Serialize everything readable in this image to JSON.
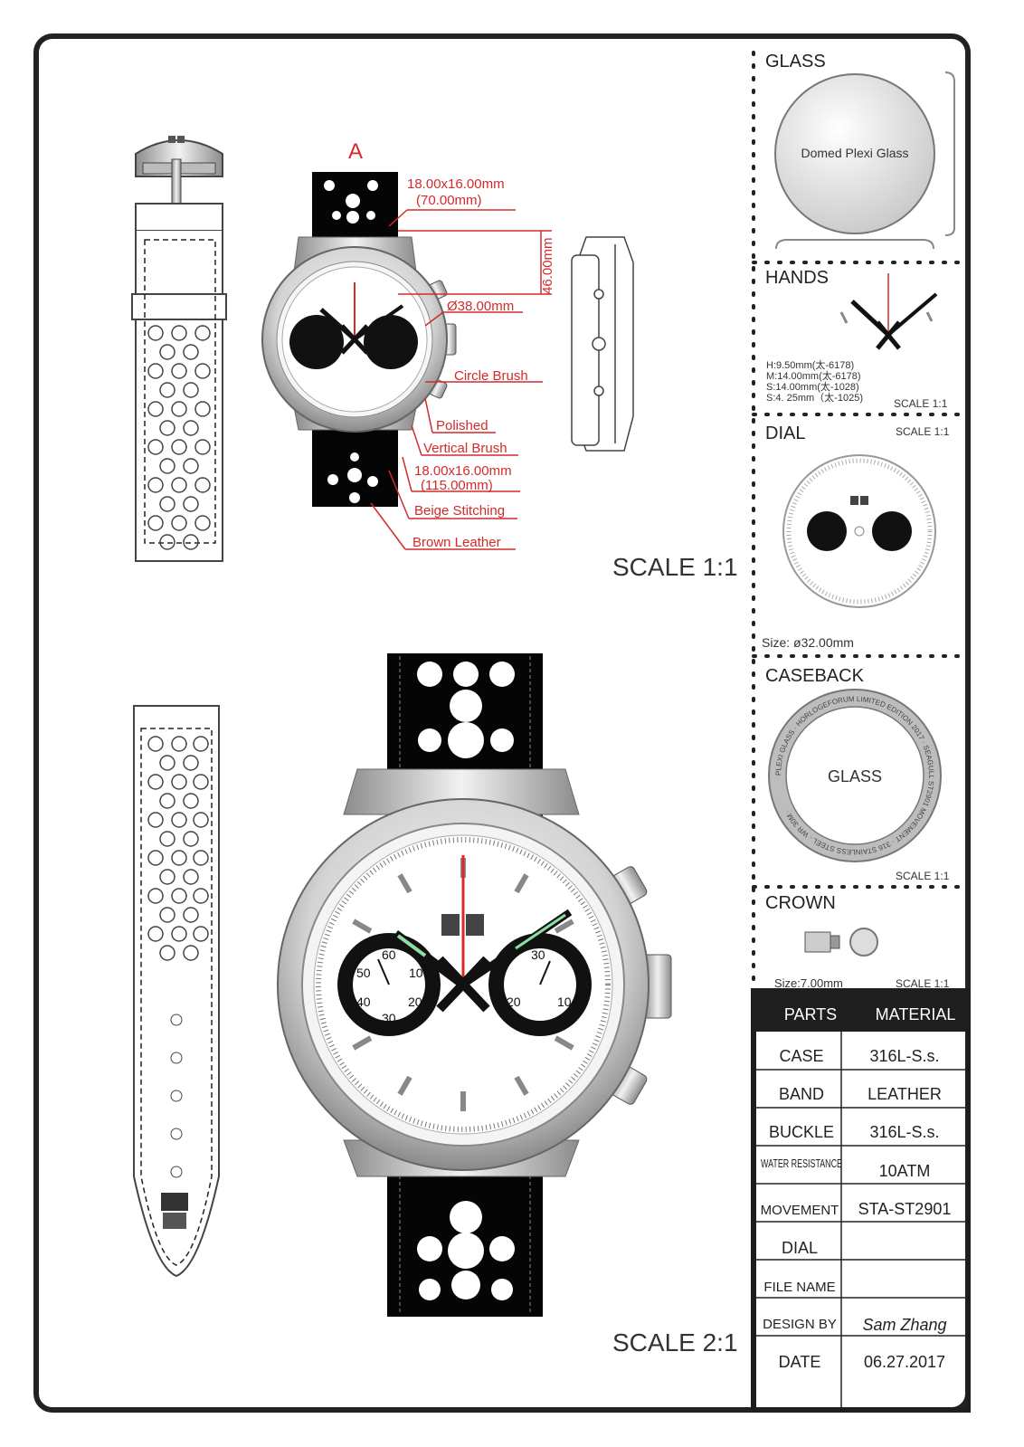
{
  "sheet": {
    "marker": "A",
    "scale_top": "SCALE 1:1",
    "scale_bottom": "SCALE 2:1"
  },
  "annotations": {
    "lug_top": [
      "18.00x16.00mm",
      "(70.00mm)"
    ],
    "height": "46.00mm",
    "diameter": "Ø38.00mm",
    "circle_brush": "Circle Brush",
    "polished": "Polished",
    "vertical_brush": "Vertical Brush",
    "lug_bottom": [
      "18.00x16.00mm",
      "(115.00mm)"
    ],
    "stitching": "Beige Stitching",
    "leather": "Brown  Leather"
  },
  "dial_numbers": {
    "left": [
      "60",
      "10",
      "20",
      "30",
      "40",
      "50"
    ],
    "right": [
      "30",
      "10",
      "20"
    ]
  },
  "panels": {
    "glass": {
      "title": "GLASS",
      "label": "Domed Plexi Glass"
    },
    "hands": {
      "title": "HANDS",
      "specs": [
        "H:9.50mm(太-6178)",
        "M:14.00mm(太-6178)",
        "S:14.00mm(太-1028)",
        "S:4. 25mm（太-1025)"
      ],
      "scale": "SCALE 1:1"
    },
    "dial": {
      "title": "DIAL",
      "scale": "SCALE 1:1",
      "size": "Size:  ø32.00mm"
    },
    "caseback": {
      "title": "CASEBACK",
      "label": "GLASS",
      "ring_text": "PLEXI GLASS · HORLOGEFORUM LIMITED EDITION 2017 · SEAGULL ST2901 MOVEMENT · 316 STAINLESS STEEL · WR 30M ·",
      "scale": "SCALE 1:1"
    },
    "crown": {
      "title": "CROWN",
      "size": "Size:7.00mm",
      "scale": "SCALE 1:1"
    }
  },
  "spec_table": {
    "headers": [
      "PARTS",
      "MATERIAL"
    ],
    "rows": [
      {
        "part": "CASE",
        "material": "316L-S.s."
      },
      {
        "part": "BAND",
        "material": "LEATHER"
      },
      {
        "part": "BUCKLE",
        "material": "316L-S.s."
      },
      {
        "part": "WATER RESISTANCE",
        "material": "10ATM"
      },
      {
        "part": "MOVEMENT",
        "material": "STA-ST2901"
      },
      {
        "part": "DIAL",
        "material": ""
      },
      {
        "part": "FILE NAME",
        "material": ""
      },
      {
        "part": "DESIGN BY",
        "material": "Sam Zhang"
      },
      {
        "part": "DATE",
        "material": "06.27.2017"
      }
    ]
  },
  "colors": {
    "annotation": "#d42a2a",
    "frame": "#222222",
    "strap": "#000000",
    "lume": "#8de0a0"
  }
}
